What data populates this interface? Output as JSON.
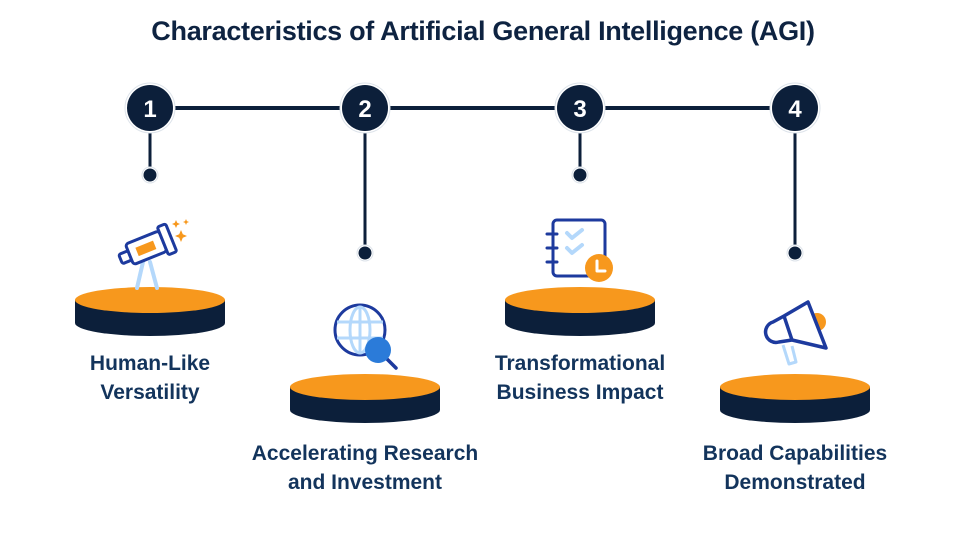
{
  "title": "Characteristics of Artificial General Intelligence (AGI)",
  "colors": {
    "navy": "#0c1f3a",
    "pedestal_top": "#f7981d",
    "icon_blue": "#1d3a9e",
    "icon_light_blue": "#b4d8fb",
    "search_blue": "#2b7bd9",
    "label_text": "#13345c"
  },
  "steps": [
    {
      "number": "1",
      "label_line1": "Human-Like",
      "label_line2": "Versatility",
      "icon": "telescope-icon"
    },
    {
      "number": "2",
      "label_line1": "Accelerating Research",
      "label_line2": "and Investment",
      "icon": "globe-search-icon"
    },
    {
      "number": "3",
      "label_line1": "Transformational",
      "label_line2": "Business Impact",
      "icon": "checklist-clock-icon"
    },
    {
      "number": "4",
      "label_line1": "Broad Capabilities",
      "label_line2": "Demonstrated",
      "icon": "megaphone-icon"
    }
  ]
}
